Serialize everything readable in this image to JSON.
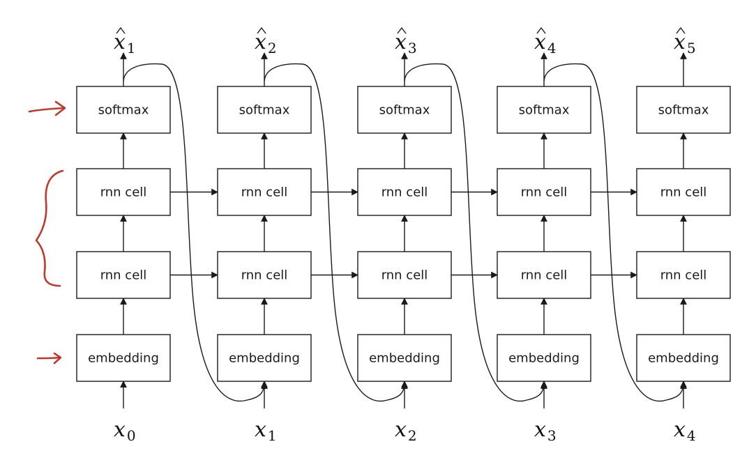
{
  "labels": {
    "softmax": "softmax",
    "rnn_cell": "rnn cell",
    "embedding": "embedding"
  },
  "columns": [
    {
      "input_var": "x",
      "input_sub": "0",
      "output_var": "x",
      "output_sub": "1"
    },
    {
      "input_var": "x",
      "input_sub": "1",
      "output_var": "x",
      "output_sub": "2"
    },
    {
      "input_var": "x",
      "input_sub": "2",
      "output_var": "x",
      "output_sub": "3"
    },
    {
      "input_var": "x",
      "input_sub": "3",
      "output_var": "x",
      "output_sub": "4"
    },
    {
      "input_var": "x",
      "input_sub": "4",
      "output_var": "x",
      "output_sub": "5"
    }
  ],
  "colors": {
    "stroke": "#1a1a1a",
    "annotation": "#c0392b"
  }
}
